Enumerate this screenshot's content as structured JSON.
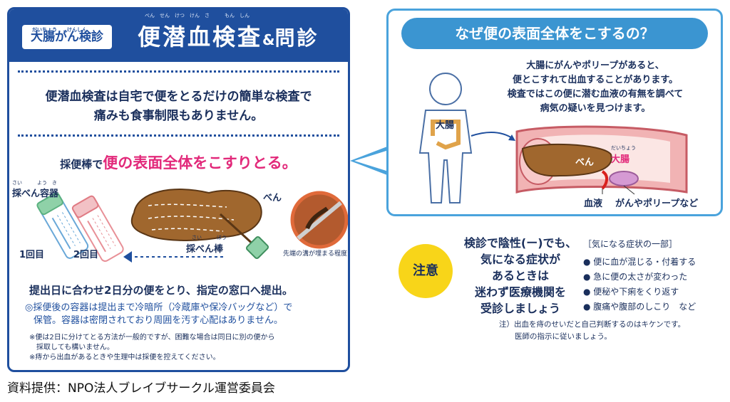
{
  "left": {
    "badge": "大腸がん検診",
    "badge_ruby": "だいちょう　　けんしん",
    "title_main": "便潜血検査",
    "title_amp": "&",
    "title_sub": "問診",
    "title_ruby": "べん　せん　けつ　けん　さ　　　もん　しん",
    "intro_line1": "便潜血検査は自宅で便をとるだけの簡単な検査で",
    "intro_line2": "痛みも食事制限もありません。",
    "rub_prefix": "採便棒で",
    "rub_highlight": "便の表面全体をこすりとる。",
    "container_ruby": "さい　　　よう　き",
    "container_label": "採べん容器",
    "first_label": "1回目",
    "second_label": "2回目",
    "stool_label": "べん",
    "stick_ruby": "さい　　　ぼう",
    "stick_label": "採べん棒",
    "tip_note": "先端の溝が埋まる程度",
    "submit_line": "提出日に合わせ2日分の便をとり、指定の窓口へ提出。",
    "note_line1": "◎採便後の容器は提出まで冷暗所（冷蔵庫や保冷バッグなど）で",
    "note_line2": "保管。容器は密閉されており周囲を汚す心配はありません。",
    "fine1": "※便は2日に分けてとる方法が一般的ですが、困難な場合は同日に別の便から",
    "fine2": "採取しても構いません。",
    "fine3": "※痔から出血があるときや生理中は採便を控えてください。"
  },
  "credit": "資料提供：NPO法人ブレイブサークル運営委員会",
  "right": {
    "title": "なぜ便の表面全体をこするの？",
    "line1": "大腸にがんやポリープがあると、",
    "line2": "便とこすれて出血することがあります。",
    "line3": "検査ではこの便に潜む血液の有無を調べて",
    "line4": "病気の疑いを見つけます。",
    "body_label": "大腸",
    "colon_ruby": "だいちょう",
    "colon_label": "大腸",
    "stool_label": "べん",
    "blood_label": "血液",
    "polyp_label": "がんやポリープなど"
  },
  "caution": {
    "badge": "注意",
    "main1": "検診で陰性(ー)でも、",
    "main2": "気になる症状が",
    "main3": "あるときは",
    "main4": "迷わず医療機関を",
    "main5": "受診しましょう",
    "symptom_head": "［気になる症状の一部］",
    "symptoms": [
      "便に血が混じる・付着する",
      "急に便の太さが変わった",
      "便秘や下痢をくり返す",
      "腹痛や腹部のしこり　など"
    ],
    "note1": "注）出血を痔のせいだと自己判断するのはキケンです。",
    "note2": "医師の指示に従いましょう。"
  },
  "colors": {
    "navy": "#1f4f9e",
    "sky": "#3b95d1",
    "pink": "#e2297a",
    "yellow": "#f8d519",
    "stool": "#a0672e"
  }
}
